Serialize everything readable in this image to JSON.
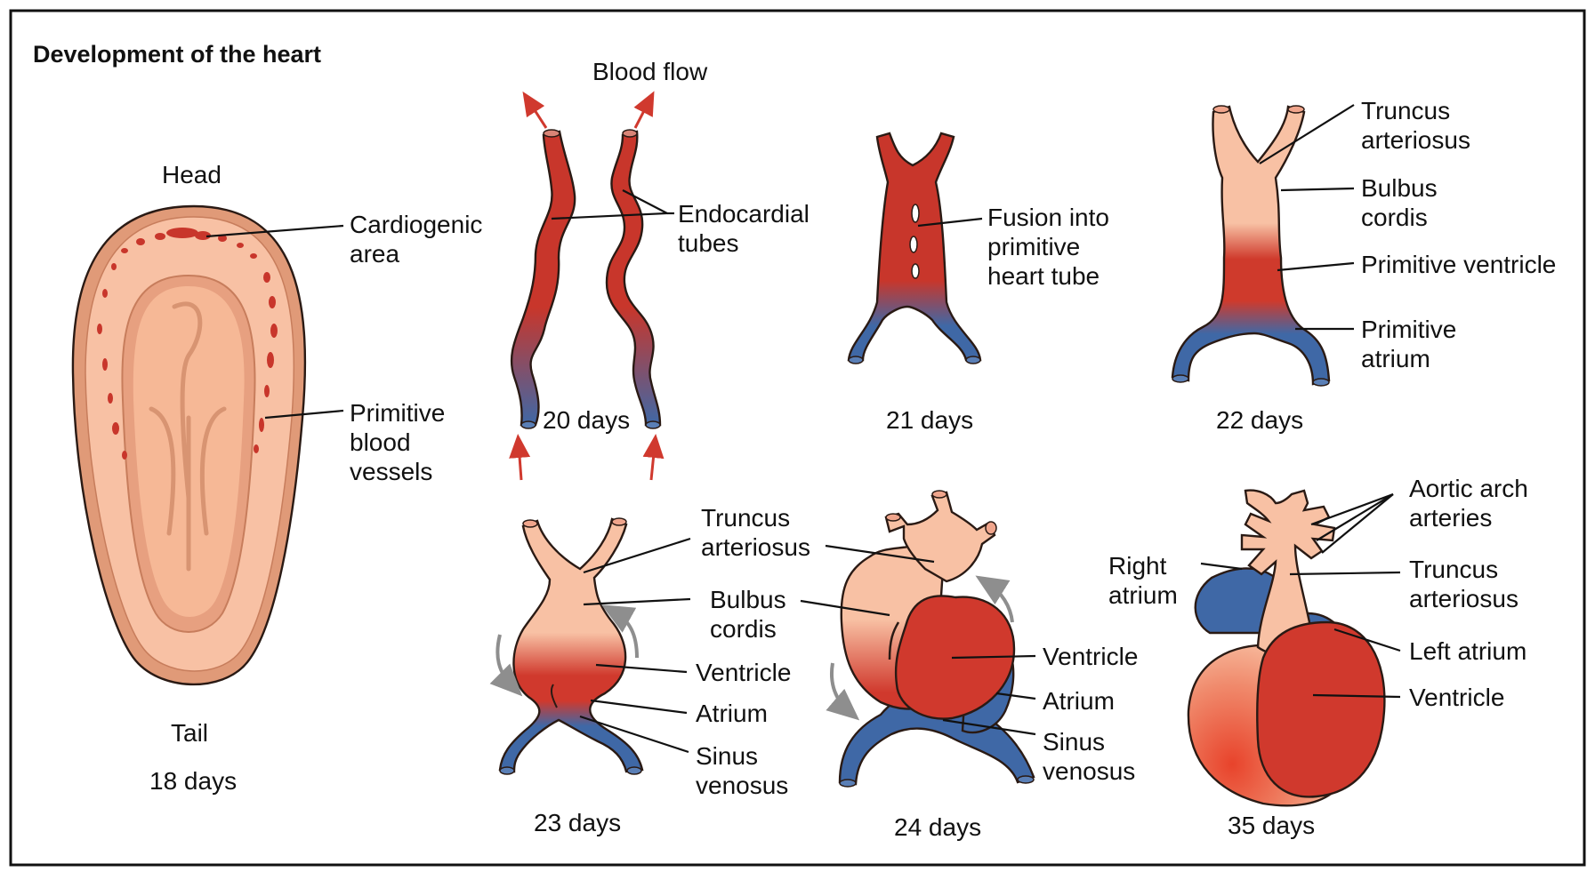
{
  "title": "Development of the heart",
  "colors": {
    "artery_red": "#c8362b",
    "vein_blue": "#3f68a6",
    "tissue_pink": "#f8c1a4",
    "embryo_rim": "#e09a78",
    "flow_arrow": "#d0392e",
    "rotation_arrow": "#8e8e8e"
  },
  "stages": {
    "d18": {
      "caption": "18 days",
      "head": "Head",
      "tail": "Tail",
      "cardiogenic": [
        "Cardiogenic",
        "area"
      ],
      "vessels": [
        "Primitive",
        "blood",
        "vessels"
      ]
    },
    "d20": {
      "caption": "20 days",
      "blood_flow": "Blood flow",
      "endocardial": [
        "Endocardial",
        "tubes"
      ]
    },
    "d21": {
      "caption": "21 days",
      "fusion": [
        "Fusion into",
        "primitive",
        "heart tube"
      ]
    },
    "d22": {
      "caption": "22 days",
      "truncus": [
        "Truncus",
        "arteriosus"
      ],
      "bulbus": [
        "Bulbus",
        "cordis"
      ],
      "ventricle": "Primitive ventricle",
      "atrium": [
        "Primitive",
        "atrium"
      ]
    },
    "d23": {
      "caption": "23 days",
      "truncus": [
        "Truncus",
        "arteriosus"
      ],
      "bulbus": [
        "Bulbus",
        "cordis"
      ],
      "ventricle": "Ventricle",
      "atrium": "Atrium",
      "sinus": [
        "Sinus",
        "venosus"
      ]
    },
    "d24": {
      "caption": "24 days",
      "ventricle": "Ventricle",
      "atrium": "Atrium",
      "sinus": [
        "Sinus",
        "venosus"
      ]
    },
    "d35": {
      "caption": "35 days",
      "aortic": [
        "Aortic arch",
        "arteries"
      ],
      "right_atrium": [
        "Right",
        "atrium"
      ],
      "truncus": [
        "Truncus",
        "arteriosus"
      ],
      "left_atrium": "Left atrium",
      "ventricle": "Ventricle"
    }
  }
}
